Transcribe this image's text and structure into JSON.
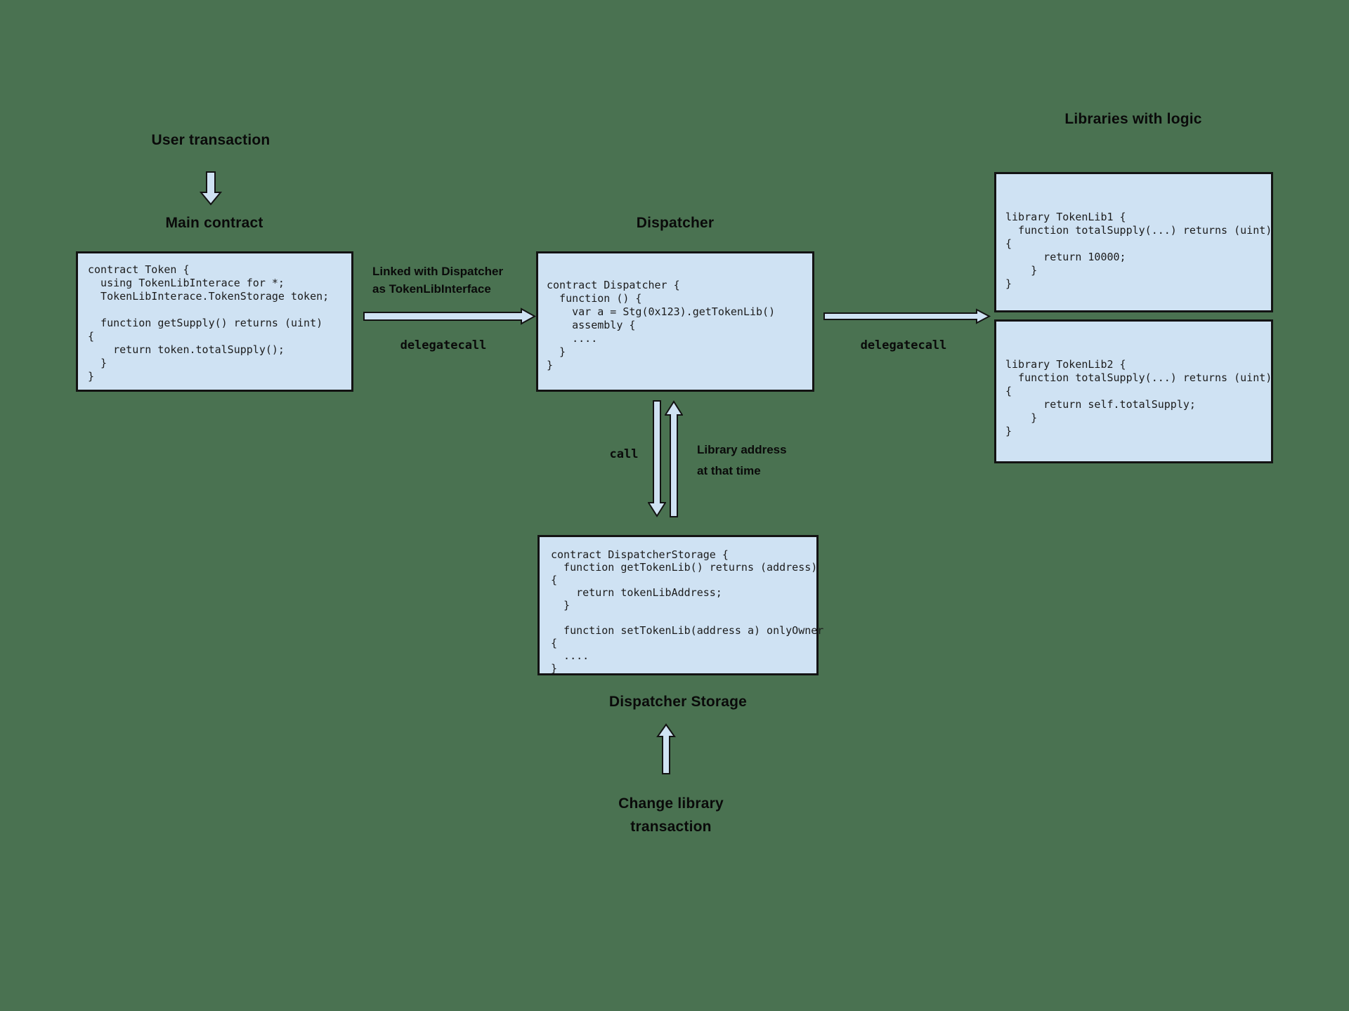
{
  "colors": {
    "background": "#4a7251",
    "box_fill": "#cfe2f3",
    "box_border": "#131313",
    "text": "#0a0a0a",
    "code_text": "#1c1c1c"
  },
  "labels": {
    "user_transaction": "User transaction",
    "main_contract": "Main contract",
    "dispatcher": "Dispatcher",
    "libraries_with_logic": "Libraries with logic",
    "dispatcher_storage": "Dispatcher Storage",
    "change_library_line1": "Change library",
    "change_library_line2": "transaction",
    "linked_line1": "Linked with Dispatcher",
    "linked_line2": "as TokenLibInterface",
    "delegatecall_left": "delegatecall",
    "delegatecall_right": "delegatecall",
    "call": "call",
    "library_address_line1": "Library address",
    "library_address_line2": "at that time"
  },
  "code": {
    "token": "contract Token {\n  using TokenLibInterace for *;\n  TokenLibInterace.TokenStorage token;\n\n  function getSupply() returns (uint)\n{\n    return token.totalSupply();\n  }\n}",
    "dispatcher": "contract Dispatcher {\n  function () {\n    var a = Stg(0x123).getTokenLib()\n    assembly {\n    ....\n  }\n}",
    "tokenlib1": "library TokenLib1 {\n  function totalSupply(...) returns (uint)\n{\n      return 10000;\n    }\n}",
    "tokenlib2": "library TokenLib2 {\n  function totalSupply(...) returns (uint)\n{\n      return self.totalSupply;\n    }\n}",
    "dispatcher_storage": "contract DispatcherStorage {\n  function getTokenLib() returns (address)\n{\n    return tokenLibAddress;\n  }\n\n  function setTokenLib(address a) onlyOwner\n{\n  ....\n}"
  }
}
